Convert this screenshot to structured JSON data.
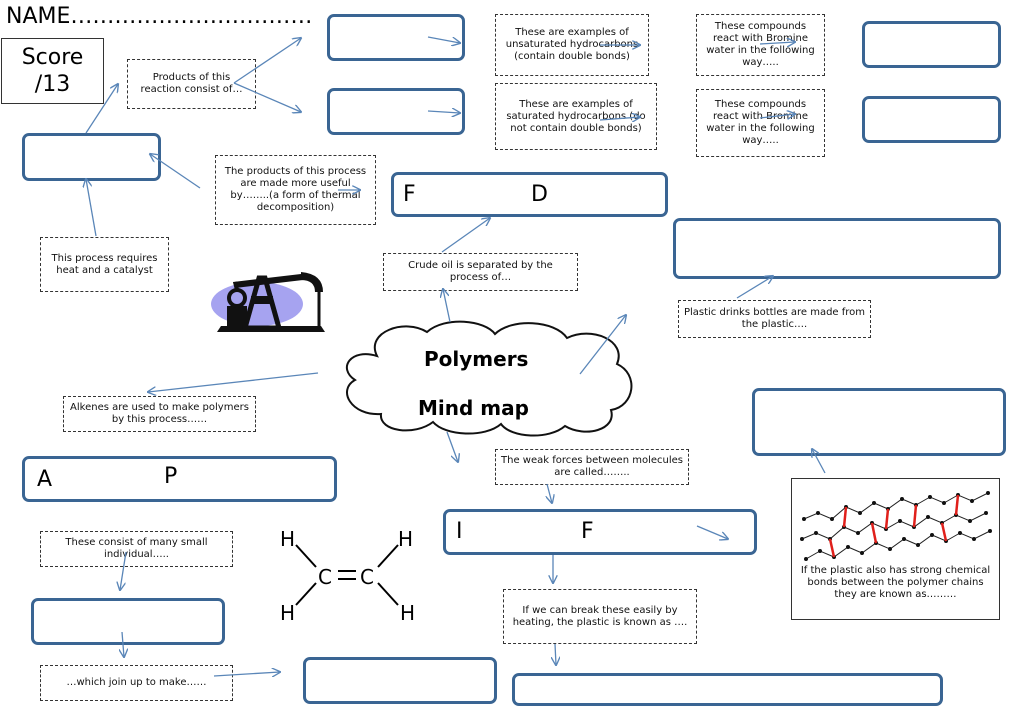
{
  "header": {
    "name_label": "NAME……………………………",
    "score_label": "Score",
    "score_total": "/13"
  },
  "center": {
    "title_line1": "Polymers",
    "title_line2": "Mind map"
  },
  "prompts": {
    "products_of_reaction": "Products of this reaction consist of…",
    "unsaturated_examples": "These are examples of unsaturated hydrocarbons (contain double bonds)",
    "saturated_examples": "These are examples of saturated hydrocarbons (do not contain double bonds)",
    "bromine_unsaturated": "These compounds react with Bromine water in the following way…..",
    "bromine_saturated": "These compounds react with Bromine water in the following way…..",
    "products_more_useful": "The products of this process are made more useful by……..(a form of thermal decomposition)",
    "heat_and_catalyst": "This process requires heat and a catalyst",
    "crude_oil_separated": "Crude oil is separated by the process of…",
    "plastic_bottles": "Plastic drinks bottles are made from the plastic….",
    "alkenes_polymers": "Alkenes are used to make polymers by this process……",
    "weak_forces": "The weak forces between molecules are called……..",
    "many_small_individual": "These consist of many small individual…..",
    "break_by_heating": "If we can break these easily by heating, the plastic is known as ….",
    "join_up": "…which join up to make……",
    "strong_bonds": "If the plastic also has strong chemical bonds between the polymer chains they are known as………"
  },
  "hint_boxes": {
    "fd_first": "F",
    "fd_second": "D",
    "ap_first": "A",
    "ap_second": "P",
    "if_first": "I",
    "if_second": "F"
  },
  "ethene": {
    "h_top_left": "H",
    "h_top_right": "H",
    "h_bottom_left": "H",
    "h_bottom_right": "H",
    "c_left": "C",
    "c_right": "C"
  },
  "colors": {
    "box_border": "#3a6593",
    "arrow": "#5a86b8",
    "cross_link": "#e0201b"
  },
  "icons": [
    "oil-pump-icon",
    "thought-cloud",
    "polymer-chains-diagram",
    "ethene-structure"
  ]
}
